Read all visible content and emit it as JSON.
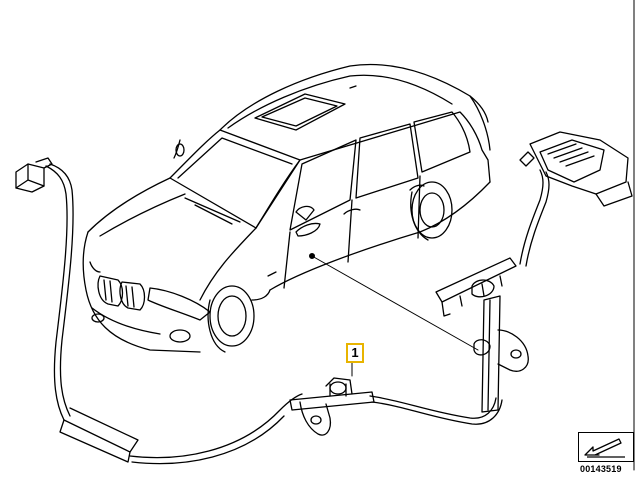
{
  "diagram": {
    "callout_label": "1",
    "reference_number": "00143519"
  },
  "icons": {
    "car": "car-sedan-illustration",
    "cable": "wiring-harness",
    "sensor": "sensor-part",
    "view": "view-arrow-icon"
  }
}
